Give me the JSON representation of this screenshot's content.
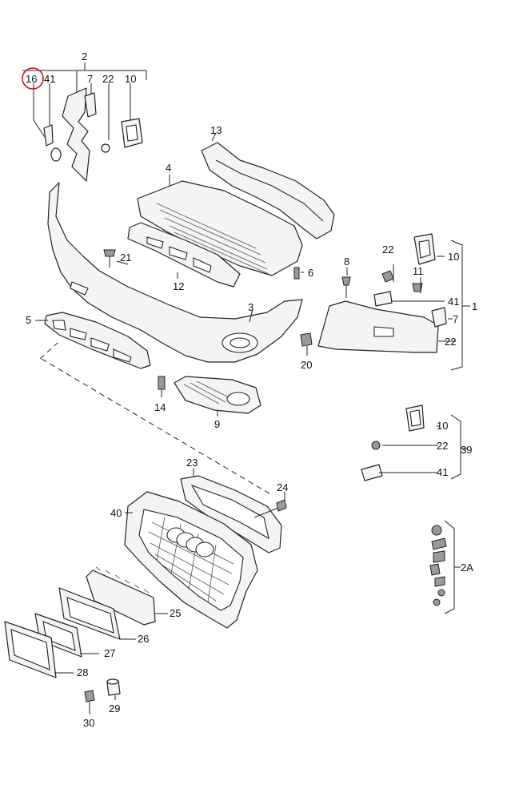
{
  "labels": {
    "l2": "2",
    "l16": "16",
    "l41a": "41",
    "l7a": "7",
    "l22a": "22",
    "l10a": "10",
    "l13": "13",
    "l4": "4",
    "l21": "21",
    "l12": "12",
    "l6": "6",
    "l8": "8",
    "l22b": "22",
    "l10b": "10",
    "l11": "11",
    "l41b": "41",
    "l1": "1",
    "l7b": "7",
    "l22c": "22",
    "l5": "5",
    "l3": "3",
    "l20": "20",
    "l14": "14",
    "l9": "9",
    "l10c": "10",
    "l22d": "22",
    "l39": "39",
    "l41c": "41",
    "l23": "23",
    "l24": "24",
    "l40": "40",
    "l2A": "2A",
    "l25": "25",
    "l26": "26",
    "l27": "27",
    "l28": "28",
    "l29": "29",
    "l30": "30"
  },
  "colors": {
    "line": "#222222",
    "highlight": "#c01818",
    "fill": "#f4f4f4"
  }
}
